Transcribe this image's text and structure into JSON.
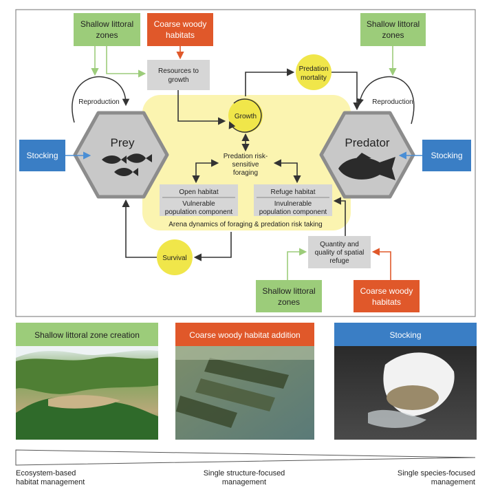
{
  "colors": {
    "green": "#9ccc7a",
    "orange": "#e0582a",
    "blue": "#3a7ec5",
    "grey_box": "#d6d6d6",
    "yellow_zone": "#fbf4b0",
    "yellow_circle": "#f0e64a",
    "hex_fill": "#c8c8c8",
    "hex_stroke": "#8c8c8c",
    "green_arrow": "#9ccc7a",
    "orange_arrow": "#e0582a",
    "blue_arrow": "#4a8ed5",
    "dark_arrow": "#333333"
  },
  "diagram": {
    "shallow_littoral_left": [
      "Shallow littoral",
      "zones"
    ],
    "coarse_woody_top": [
      "Coarse woody",
      "habitats"
    ],
    "shallow_littoral_right": [
      "Shallow littoral",
      "zones"
    ],
    "resources_to_growth": [
      "Resources to",
      "growth"
    ],
    "predation_mortality": [
      "Predation",
      "mortality"
    ],
    "reproduction_left": "Reproduction",
    "reproduction_right": "Reproduction",
    "growth": "Growth",
    "prey": "Prey",
    "predator": "Predator",
    "stocking_left": "Stocking",
    "stocking_right": "Stocking",
    "foraging": [
      "Predation risk-",
      "sensitive",
      "foraging"
    ],
    "open_habitat": {
      "title": "Open habitat",
      "desc": [
        "Vulnerable",
        "population component"
      ]
    },
    "refuge_habitat": {
      "title": "Refuge habitat",
      "desc": [
        "Invulnerable",
        "population component"
      ]
    },
    "arena_caption": "Arena dynamics of foraging & predation risk taking",
    "survival": "Survival",
    "quantity_refuge": [
      "Quantity and",
      "quality of spatial",
      "refuge"
    ],
    "shallow_littoral_bottom": [
      "Shallow littoral",
      "zones"
    ],
    "coarse_woody_bottom": [
      "Coarse woody",
      "habitats"
    ]
  },
  "panels": {
    "shallow": "Shallow littoral zone creation",
    "woody": "Coarse woody habitat addition",
    "stocking": "Stocking"
  },
  "scale": {
    "left": [
      "Ecosystem-based",
      "habitat management"
    ],
    "middle": [
      "Single structure-focused",
      "management"
    ],
    "right": [
      "Single species-focused",
      "management"
    ]
  }
}
